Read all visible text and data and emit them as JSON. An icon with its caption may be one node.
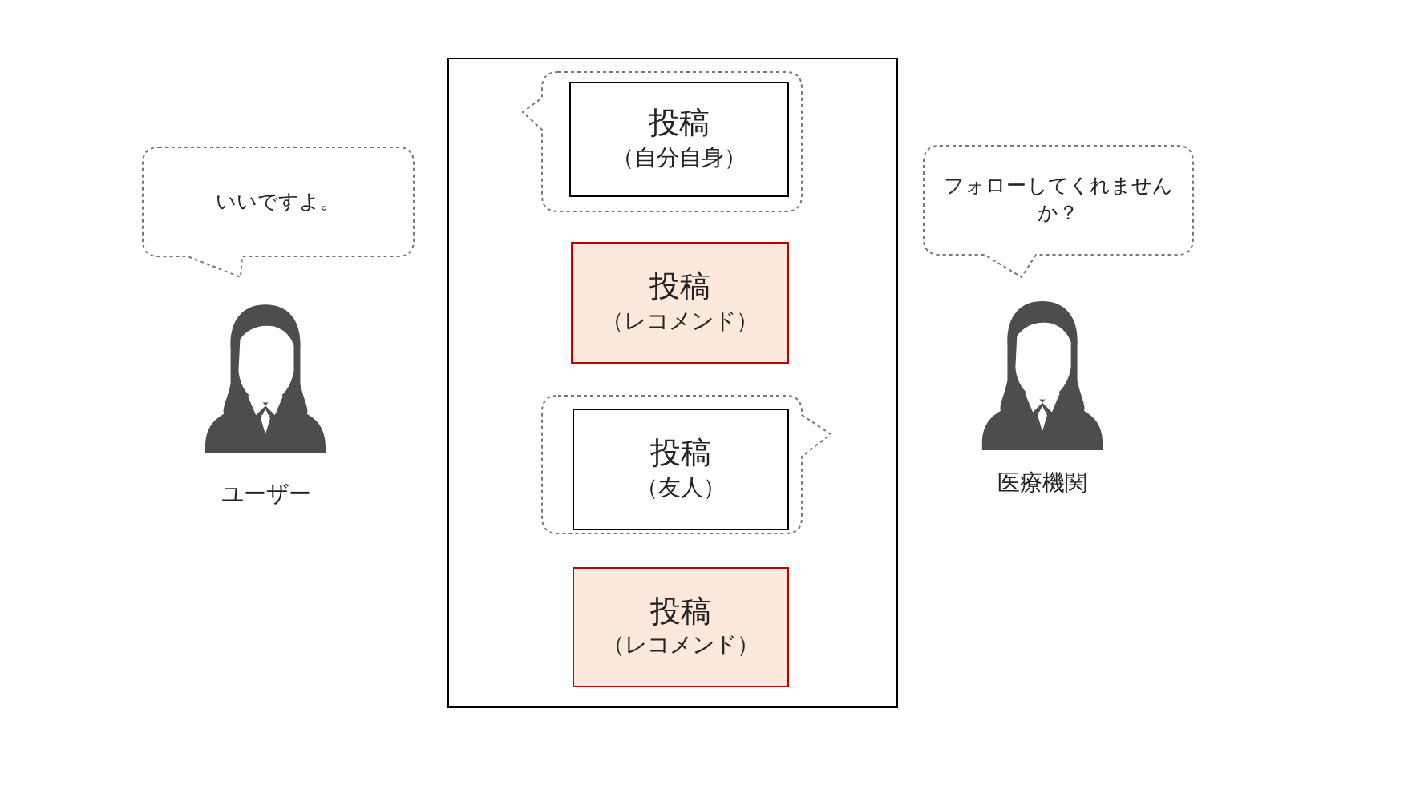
{
  "diagram": {
    "nodes": [
      {
        "text": [
          "いいですよ。"
        ]
      },
      {
        "text": [],
        "shape": "person",
        "beside": [
          "ユーザー"
        ]
      },
      {
        "text": [],
        "shape": "box"
      },
      {
        "text": [],
        "shape": "bubble",
        "in": 2
      },
      {
        "text": [
          "投稿",
          "（自分自身）"
        ],
        "in": 3
      },
      {
        "text": [
          "投稿",
          "（レコメンド）"
        ],
        "in": 2
      },
      {
        "text": [],
        "shape": "bubble",
        "in": 2
      },
      {
        "text": [
          "投稿",
          "（友人）"
        ],
        "in": 6
      },
      {
        "text": [
          "投稿",
          "（レコメンド）"
        ],
        "in": 2
      },
      {
        "text": [
          "フォローしてくれませんか？"
        ]
      },
      {
        "text": [],
        "shape": "person",
        "beside": [
          "医療機関"
        ]
      }
    ]
  }
}
